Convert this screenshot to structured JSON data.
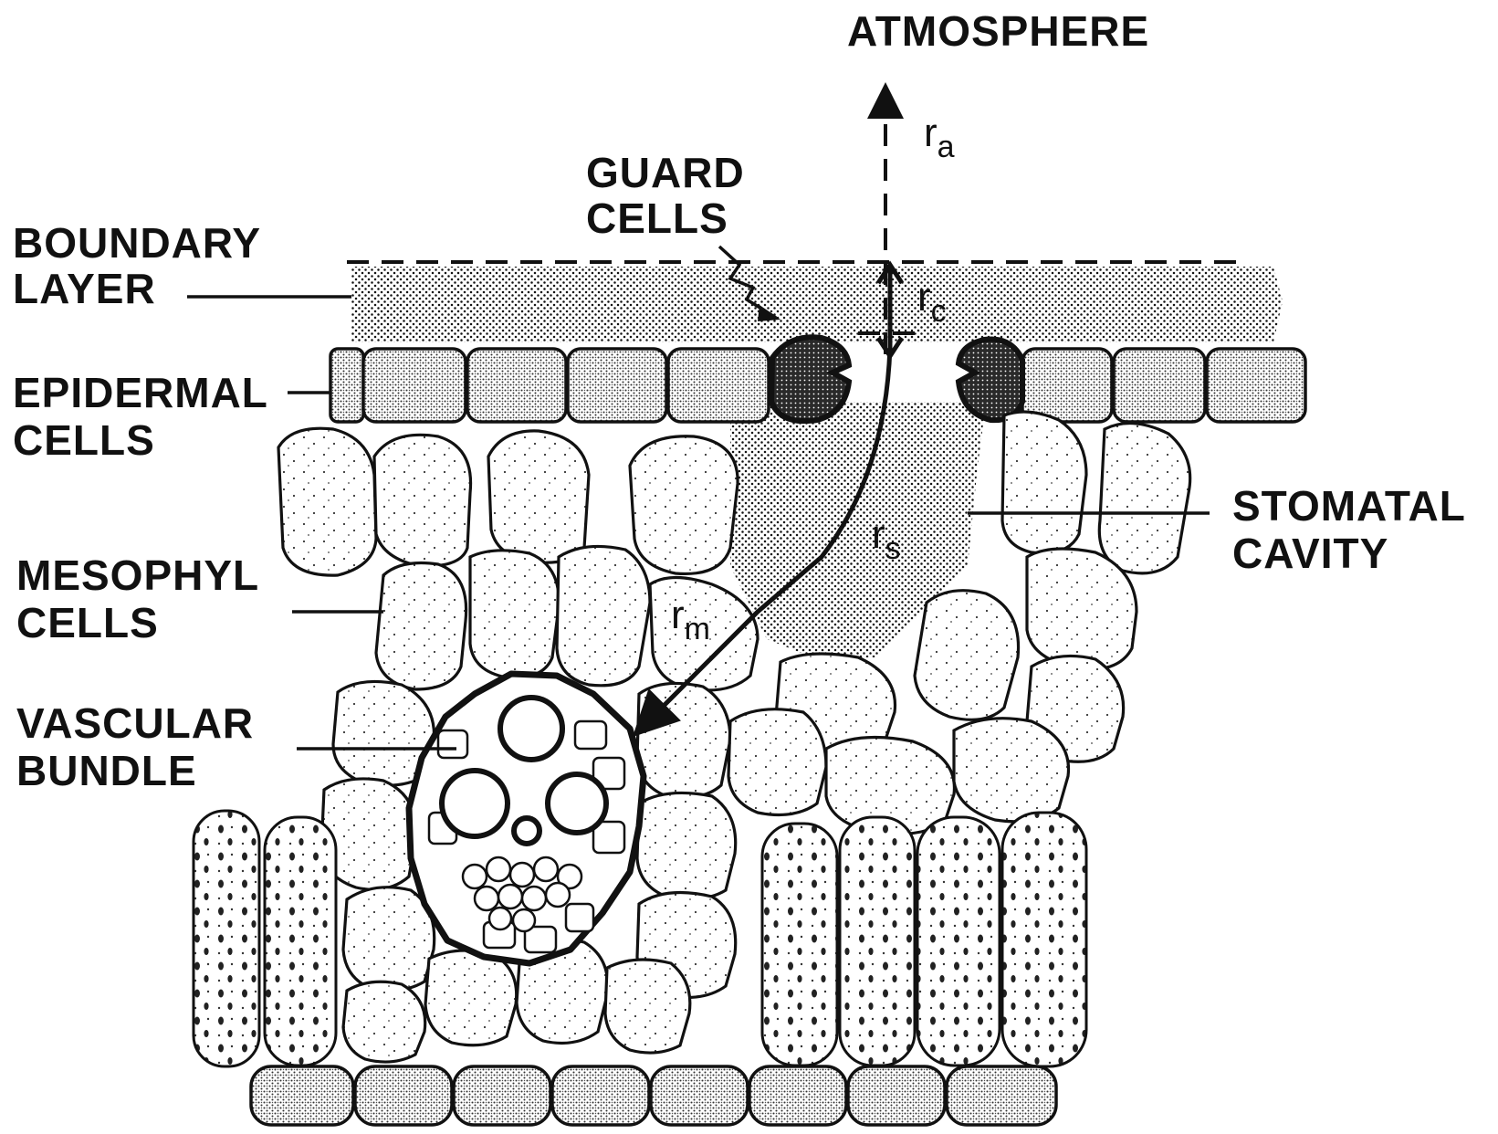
{
  "labels": {
    "atmosphere": "ATMOSPHERE",
    "guard_cells_line1": "GUARD",
    "guard_cells_line2": "CELLS",
    "boundary_layer_line1": "BOUNDARY",
    "boundary_layer_line2": "LAYER",
    "epidermal_cells_line1": "EPIDERMAL",
    "epidermal_cells_line2": "CELLS",
    "mesophyl_cells_line1": "MESOPHYL",
    "mesophyl_cells_line2": "CELLS",
    "vascular_bundle_line1": "VASCULAR",
    "vascular_bundle_line2": "BUNDLE",
    "stomatal_cavity_line1": "STOMATAL",
    "stomatal_cavity_line2": "CAVITY"
  },
  "resistances": {
    "r_a": {
      "symbol": "r",
      "subscript": "a"
    },
    "r_c": {
      "symbol": "r",
      "subscript": "c"
    },
    "r_s": {
      "symbol": "r",
      "subscript": "s"
    },
    "r_m": {
      "symbol": "r",
      "subscript": "m"
    }
  },
  "colors": {
    "ink": "#111111",
    "background": "#ffffff"
  }
}
